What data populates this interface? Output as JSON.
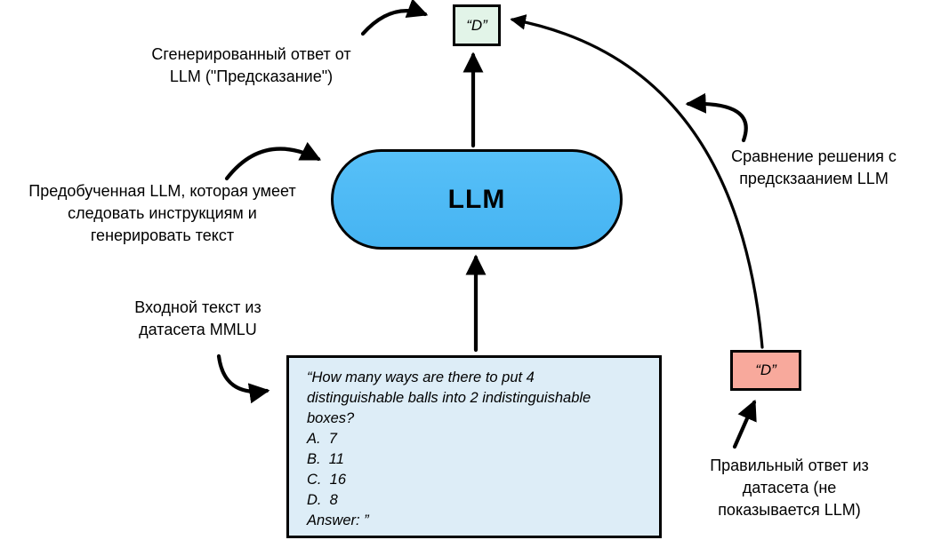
{
  "colors": {
    "prediction_fill": "#e2f4e8",
    "truth_fill": "#f8a99c",
    "llm_fill": "#57c0f8",
    "llm_fill_dark": "#46b4f2",
    "prompt_fill": "#ddedf7",
    "stroke": "#000000"
  },
  "nodes": {
    "prediction": {
      "value": "“D”"
    },
    "truth": {
      "value": "“D”"
    },
    "llm": {
      "label": "LLM"
    },
    "prompt": {
      "lines": [
        "“How many ways are there to put 4",
        "distinguishable balls into 2 indistinguishable",
        "boxes?",
        "A.  7",
        "B.  11",
        "C.  16",
        "D.  8",
        "Answer: ”"
      ]
    }
  },
  "annotations": {
    "generated_answer": {
      "lines": [
        "Сгенерированный ответ от",
        "LLM (\"Предсказание\")"
      ]
    },
    "pretrained_llm": {
      "lines": [
        "Предобученная LLM, которая умеет",
        "следовать инструкциям и",
        "генерировать текст"
      ]
    },
    "input_text": {
      "lines": [
        "Входной текст из",
        "датасета MMLU"
      ]
    },
    "comparison": {
      "lines": [
        "Сравнение решения с",
        "предскзаанием LLM"
      ]
    },
    "correct_answer": {
      "lines": [
        "Правильный ответ из",
        "датасета (не",
        "показывается LLM)"
      ]
    }
  }
}
